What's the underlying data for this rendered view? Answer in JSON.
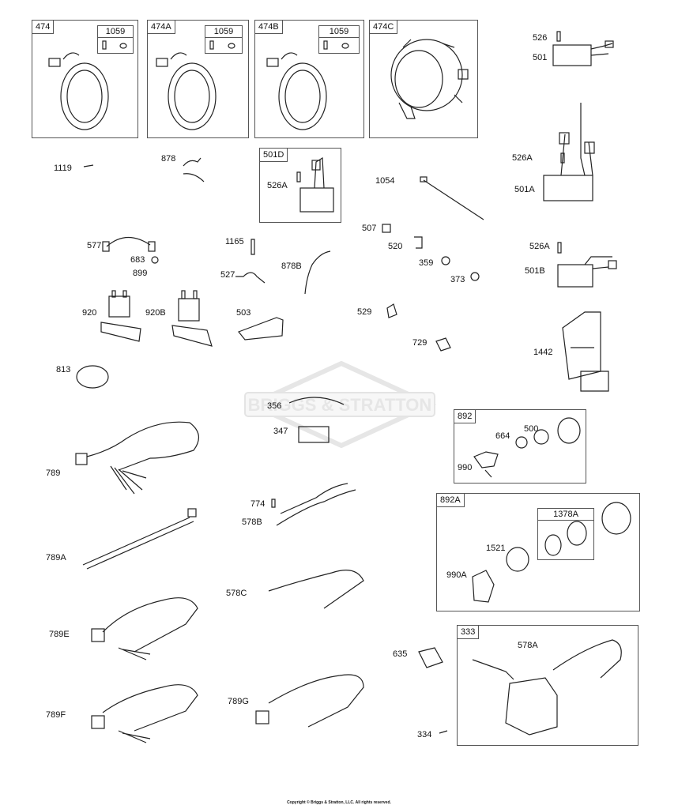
{
  "copyright": "Copyright © Briggs & Stratton, LLC. All rights reserved.",
  "watermark": "BRIGGS & STRATTON",
  "boxes": {
    "b474": {
      "tag": "474",
      "sub": "1059"
    },
    "b474A": {
      "tag": "474A",
      "sub": "1059"
    },
    "b474B": {
      "tag": "474B",
      "sub": "1059"
    },
    "b474C": {
      "tag": "474C"
    },
    "b501D": {
      "tag": "501D",
      "inner": "526A"
    },
    "b892": {
      "tag": "892",
      "items": [
        "664",
        "500",
        "990"
      ]
    },
    "b892A": {
      "tag": "892A",
      "sub": "1378A",
      "items": [
        "1521",
        "990A"
      ]
    },
    "b333": {
      "tag": "333",
      "items": [
        "578A"
      ]
    }
  },
  "labels": {
    "p526": "526",
    "p501": "501",
    "p1119": "1119",
    "p878": "878",
    "p1054": "1054",
    "p526A": "526A",
    "p501A": "501A",
    "p507": "507",
    "p577": "577",
    "p1165": "1165",
    "p683": "683",
    "p899": "899",
    "p527": "527",
    "p878B": "878B",
    "p520": "520",
    "p359": "359",
    "p373": "373",
    "p526A2": "526A",
    "p501B": "501B",
    "p920": "920",
    "p920B": "920B",
    "p503": "503",
    "p529": "529",
    "p729": "729",
    "p1442": "1442",
    "p813": "813",
    "p356": "356",
    "p347": "347",
    "p789": "789",
    "p774": "774",
    "p578B": "578B",
    "p789A": "789A",
    "p578C": "578C",
    "p789E": "789E",
    "p635": "635",
    "p789F": "789F",
    "p789G": "789G",
    "p334": "334"
  }
}
